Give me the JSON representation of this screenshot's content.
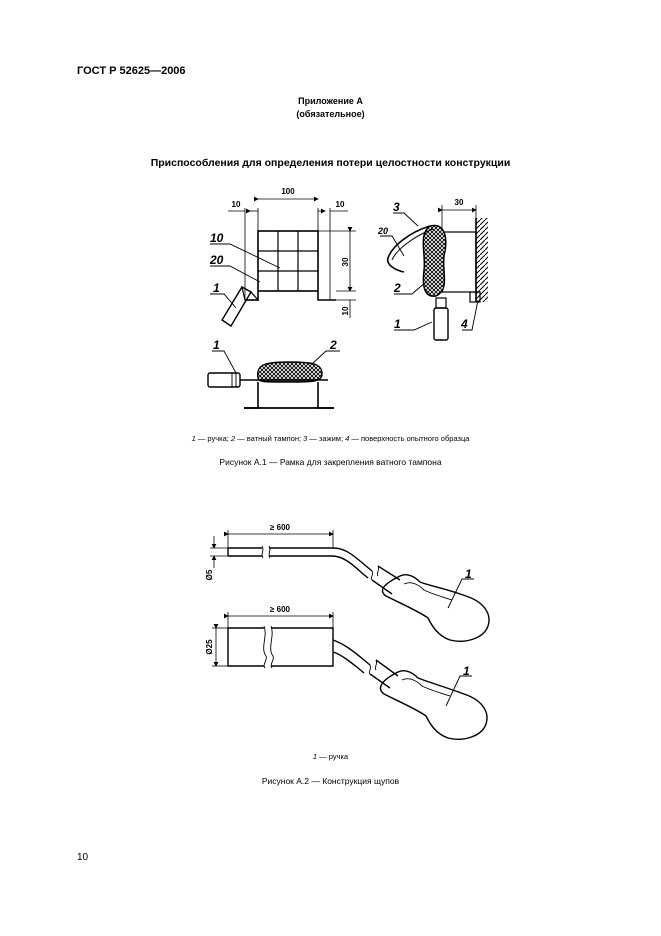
{
  "header": {
    "doc_code": "ГОСТ Р 52625—2006"
  },
  "annex": {
    "title": "Приложение А",
    "status": "(обязательное)"
  },
  "section_title": "Приспособления для определения потери целостности конструкции",
  "figure1": {
    "dims": {
      "d100": "100",
      "d10a": "10",
      "d10b": "10",
      "d30v": "30",
      "d10v": "10",
      "d30h": "30"
    },
    "labels": {
      "l10": "10",
      "l20a": "20",
      "l1a": "1",
      "l3": "3",
      "l20b": "20",
      "l2a": "2",
      "l1b": "1",
      "l4": "4",
      "l1c": "1",
      "l2b": "2"
    },
    "legend": {
      "n1": "1",
      "t1": " — ручка; ",
      "n2": "2",
      "t2": " — ватный тампон; ",
      "n3": "3",
      "t3": " — зажим; ",
      "n4": "4",
      "t4": " — поверхность опытного образца"
    },
    "caption": "Рисунок А.1 — Рамка для закрепления ватного тампона"
  },
  "figure2": {
    "dims": {
      "len_top": "≥ 600",
      "dia_top": "Ø5",
      "len_bottom": "≥ 600",
      "dia_bottom": "Ø25"
    },
    "labels": {
      "l1_top": "1",
      "l1_bottom": "1"
    },
    "legend": {
      "n1": "1",
      "t1": " — ручка"
    },
    "caption": "Рисунок А.2 — Конструкция щупов"
  },
  "footer": {
    "page_number": "10"
  }
}
